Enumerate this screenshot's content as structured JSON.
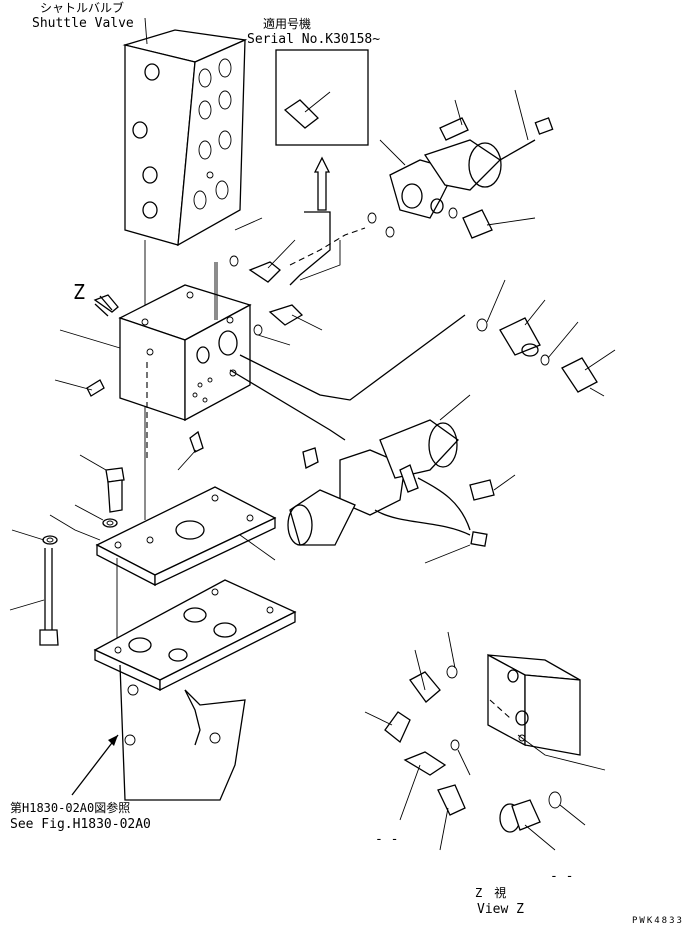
{
  "labels": {
    "shuttle_valve_jp": "シャトルバルブ",
    "shuttle_valve_en": "Shuttle Valve",
    "serial_jp": "適用号機",
    "serial_en": "Serial No.K30158~",
    "z_marker": "Z",
    "ref_jp": "第H1830-02A0図参照",
    "ref_en": "See Fig.H1830-02A0",
    "view_jp": "Z　視",
    "view_en": "View Z",
    "dash_mark_1": "- -",
    "dash_mark_2": "- -",
    "code": "PWK4833"
  }
}
